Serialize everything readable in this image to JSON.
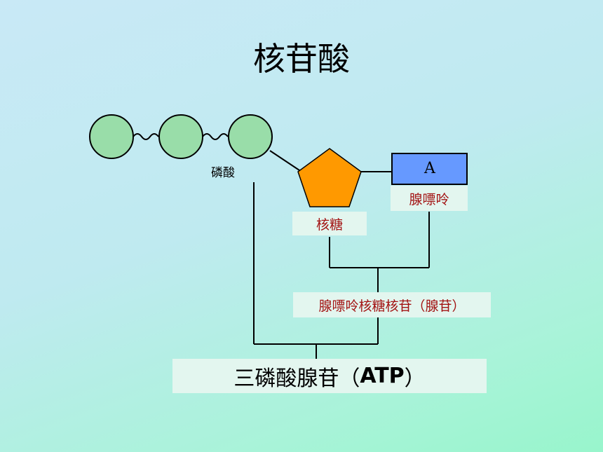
{
  "title": "核苷酸",
  "labels": {
    "phosphate": "磷酸",
    "base_letter": "A",
    "adenine": "腺嘌呤",
    "ribose": "核糖",
    "adenosine": "腺嘌呤核糖核苷（腺苷）",
    "atp_prefix": "三磷酸腺苷（",
    "atp_abbr": "ATP",
    "atp_suffix": "）"
  },
  "colors": {
    "phosphate_fill": "#99dda9",
    "ribose_fill": "#ff9900",
    "base_fill": "#6699ff",
    "red_text": "#a31313"
  }
}
